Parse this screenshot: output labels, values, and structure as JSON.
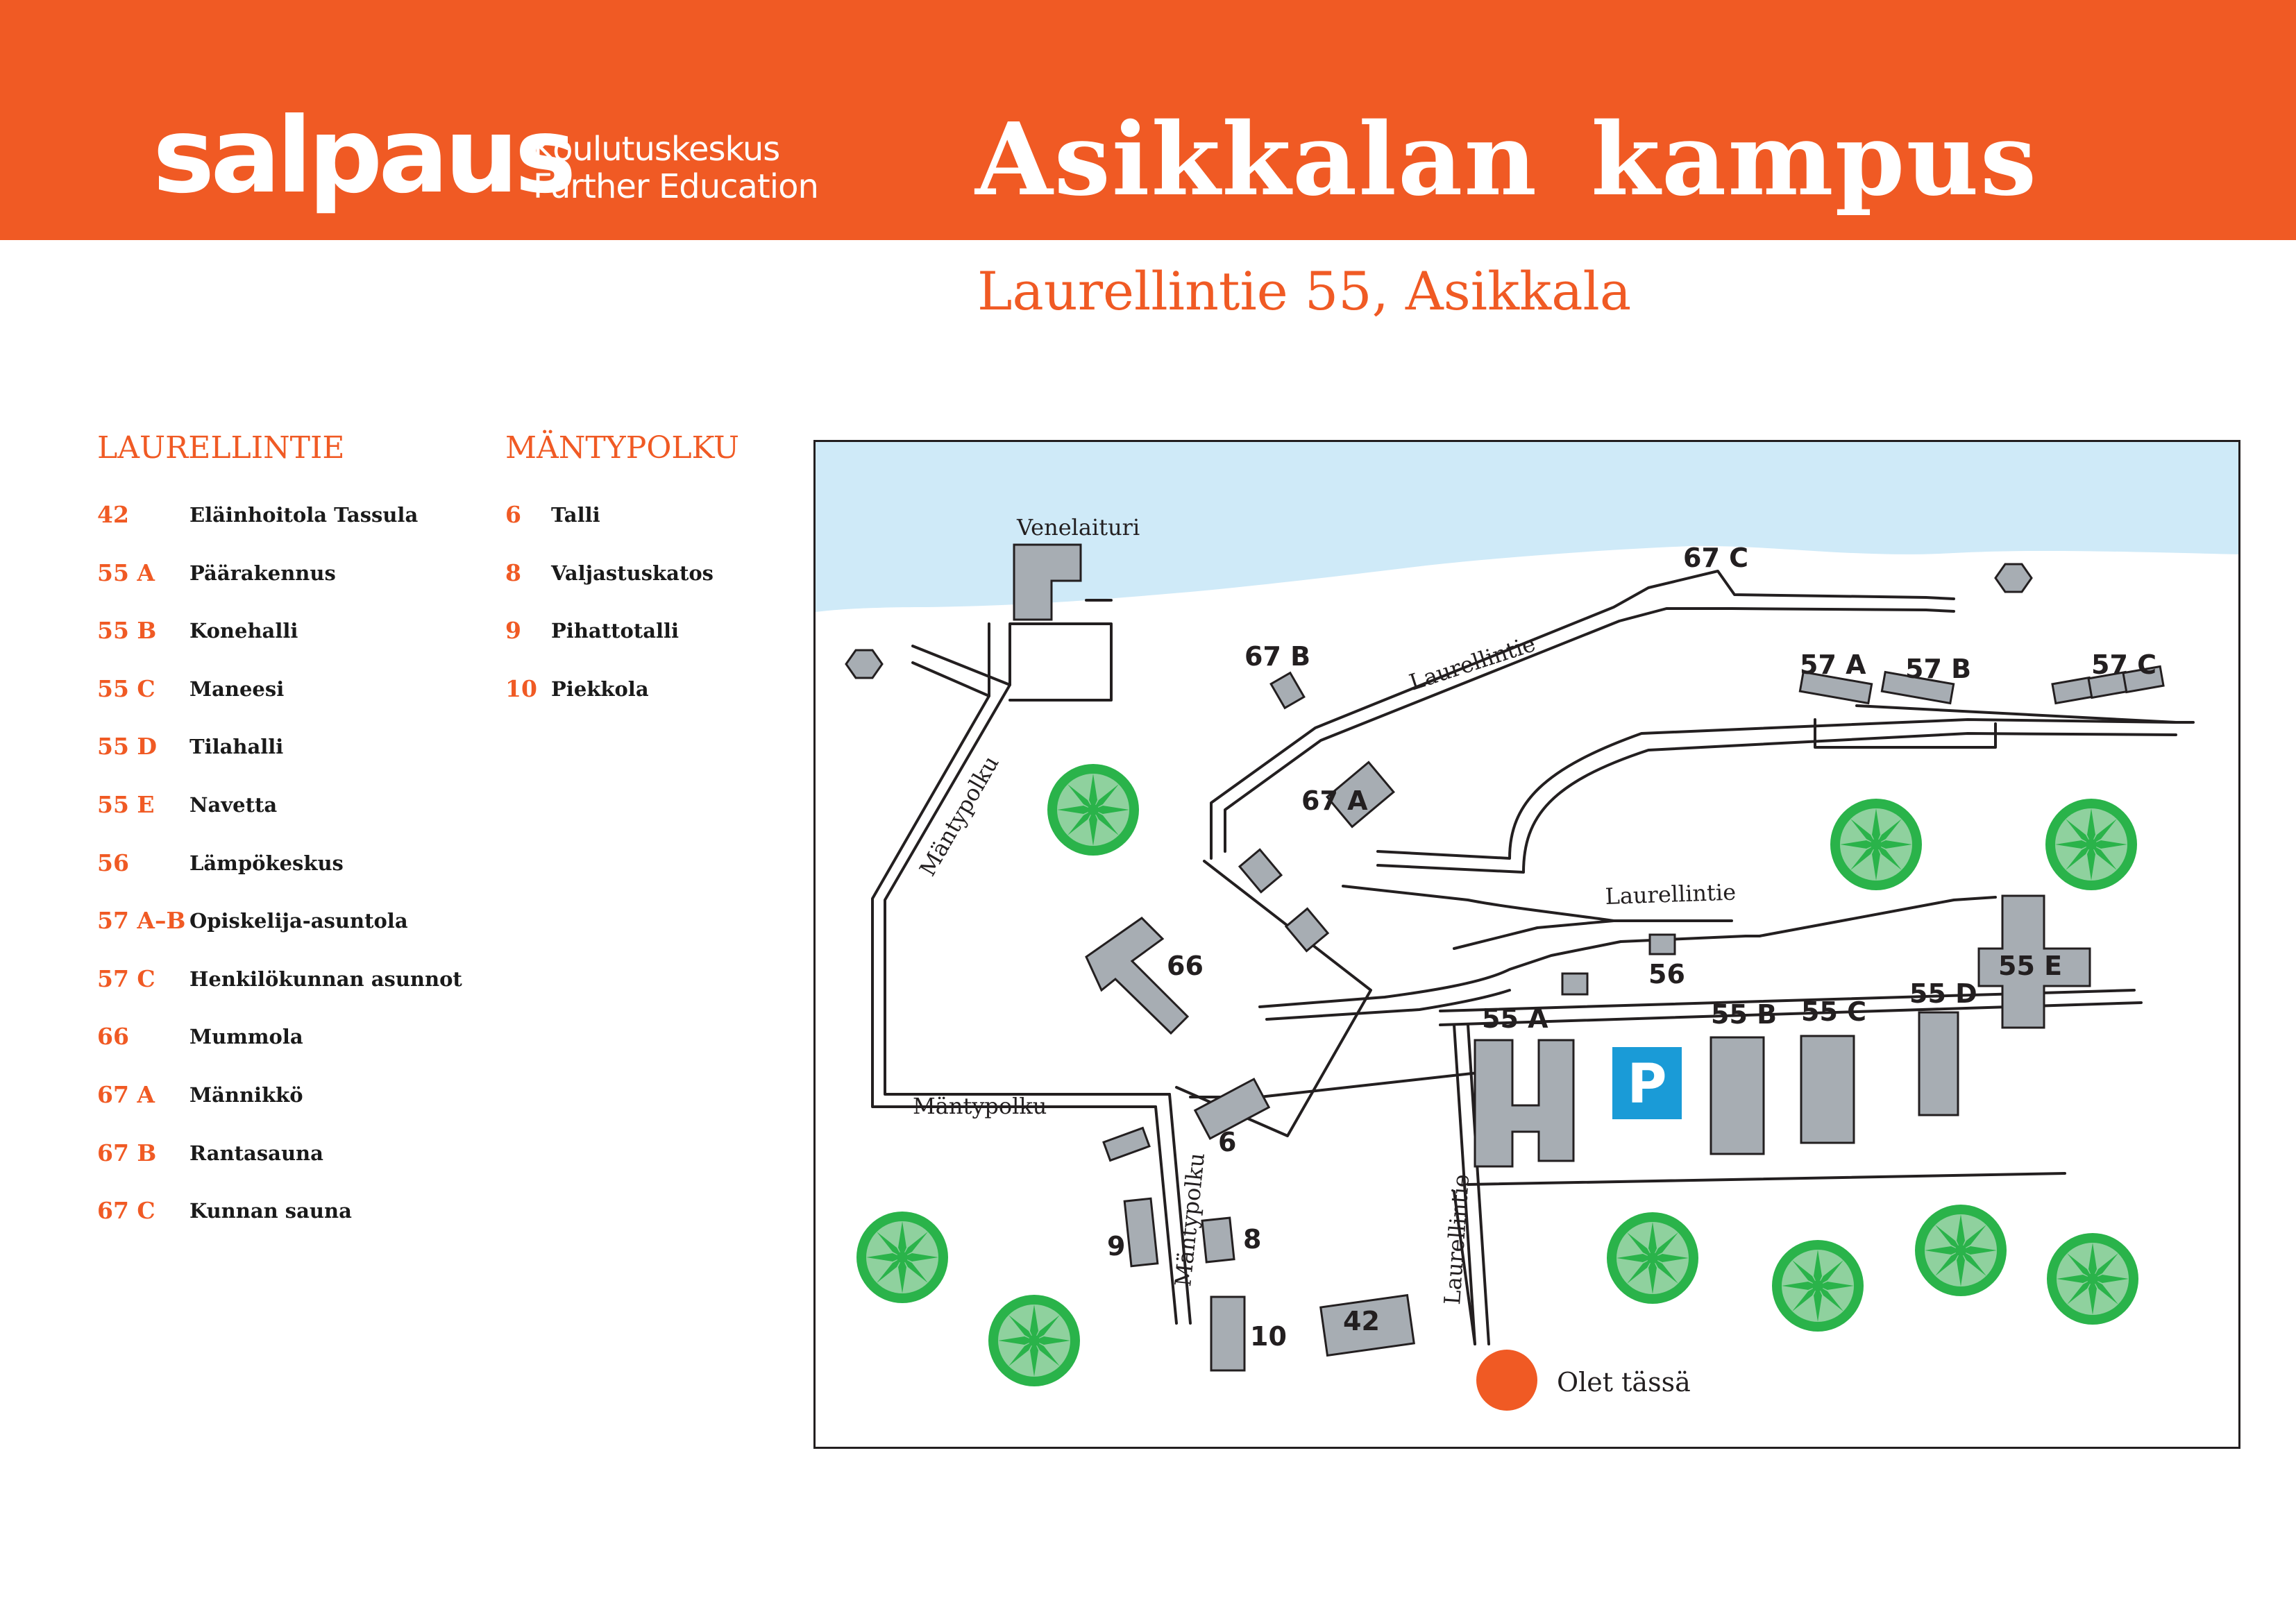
{
  "header": {
    "logo_word": "salpaus",
    "logo_line1": "Koulutuskeskus",
    "logo_line2": "Further Education",
    "title": "Asikkalan  kampus"
  },
  "address": "Laurellintie 55, Asikkala",
  "legend": {
    "laurellintie": {
      "heading": "LAURELLINTIE",
      "items": [
        {
          "number": "42",
          "name": "Eläinhoitola Tassula"
        },
        {
          "number": "55 A",
          "name": "Päärakennus"
        },
        {
          "number": "55 B",
          "name": "Konehalli"
        },
        {
          "number": "55 C",
          "name": "Maneesi"
        },
        {
          "number": "55 D",
          "name": "Tilahalli"
        },
        {
          "number": "55 E",
          "name": "Navetta"
        },
        {
          "number": "56",
          "name": "Lämpökeskus"
        },
        {
          "number": "57 A–B",
          "name": "Opiskelija-asuntola"
        },
        {
          "number": "57 C",
          "name": "Henkilökunnan asunnot"
        },
        {
          "number": "66",
          "name": "Mummola"
        },
        {
          "number": "67 A",
          "name": "Männikkö"
        },
        {
          "number": "67 B",
          "name": "Rantasauna"
        },
        {
          "number": "67 C",
          "name": "Kunnan sauna"
        }
      ]
    },
    "mantypolku": {
      "heading": "MÄNTYPOLKU",
      "items": [
        {
          "number": "6",
          "name": "Talli"
        },
        {
          "number": "8",
          "name": "Valjastuskatos"
        },
        {
          "number": "9",
          "name": "Pihattotalli"
        },
        {
          "number": "10",
          "name": "Piekkola"
        }
      ]
    }
  },
  "map": {
    "labels": {
      "b67c": "67 C",
      "b67b": "67 B",
      "b67a": "67 A",
      "b66": "66",
      "b56": "56",
      "b57a": "57 A",
      "b57b": "57 B",
      "b57c": "57 C",
      "b55a": "55 A",
      "b55b": "55 B",
      "b55c": "55 C",
      "b55d": "55 D",
      "b55e": "55 E",
      "b6": "6",
      "b8": "8",
      "b9": "9",
      "b10": "10",
      "b42": "42"
    },
    "places": {
      "venelaituri": "Venelaituri",
      "laurellintie": "Laurellintie",
      "mantypolku": "Mäntypolku"
    },
    "parking": "P",
    "you_are_here": "Olet tässä"
  },
  "colors": {
    "brand_orange": "#f05a24",
    "water": "#cfeaf8",
    "building": "#a7adb3",
    "tree": "#2ab34a",
    "tree_light": "#8fd19e",
    "parking": "#1a9bd7"
  },
  "icons": [
    "hexagon-marker-icon",
    "tree-icon",
    "parking-icon",
    "you-are-here-marker-icon"
  ]
}
